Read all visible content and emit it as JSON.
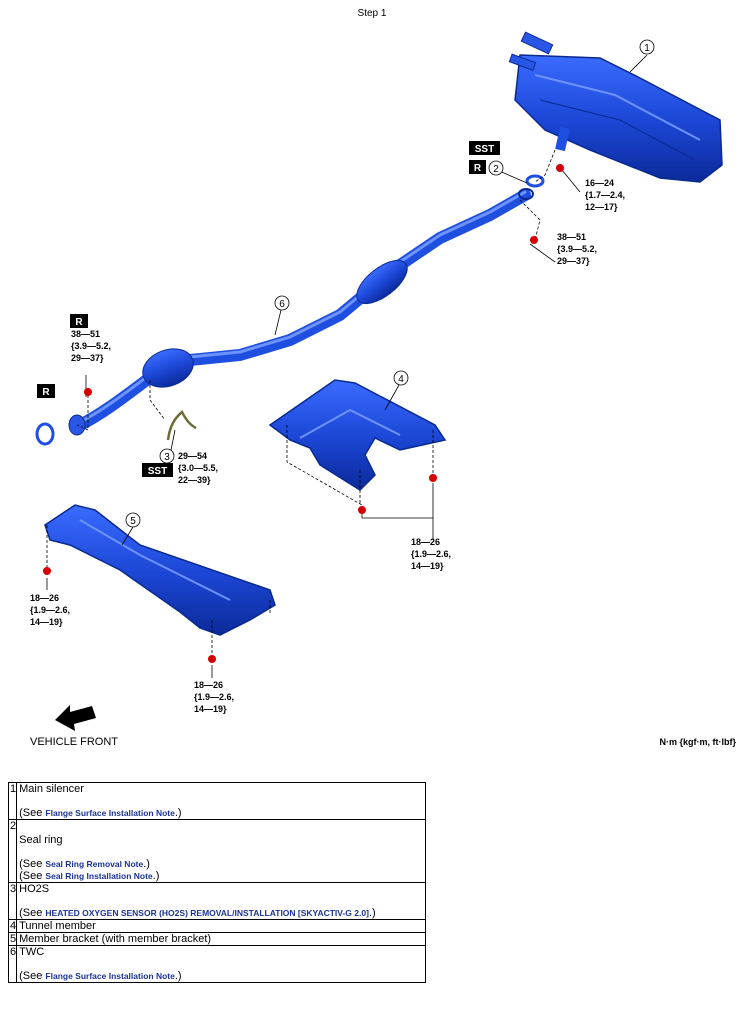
{
  "header": {
    "step_title": "Step 1"
  },
  "diagram": {
    "part_numbers": [
      "1",
      "2",
      "3",
      "4",
      "5",
      "6"
    ],
    "badges": {
      "r": "R",
      "sst": "SST"
    },
    "torques": {
      "t_1624": [
        "16—24",
        "{1.7—2.4,",
        "12—17}"
      ],
      "t_3851_right": [
        "38—51",
        "{3.9—5.2,",
        "29—37}"
      ],
      "t_3851_left": [
        "38—51",
        "{3.9—5.2,",
        "29—37}"
      ],
      "t_2954": [
        "29—54",
        "{3.0—5.5,",
        "22—39}"
      ],
      "t_1826_a": [
        "18—26",
        "{1.9—2.6,",
        "14—19}"
      ],
      "t_1826_b": [
        "18—26",
        "{1.9—2.6,",
        "14—19}"
      ],
      "t_1826_c": [
        "18—26",
        "{1.9—2.6,",
        "14—19}"
      ]
    },
    "vehicle_front": "VEHICLE FRONT",
    "unit_label": "N·m {kgf·m, ft·lbf}",
    "colors": {
      "part_blue": "#1f4fe0",
      "part_dark": "#0a2a8f",
      "marker_red": "#d40000"
    }
  },
  "parts_table": [
    {
      "num": "1",
      "name": "Main silencer",
      "notes": [
        {
          "prefix": "(See ",
          "link": "Flange Surface Installation Note",
          "suffix": ".)"
        }
      ]
    },
    {
      "num": "2",
      "name": "Seal ring",
      "notes": [
        {
          "prefix": "(See ",
          "link": "Seal Ring Removal Note",
          "suffix": ".)"
        },
        {
          "prefix": "(See ",
          "link": "Seal Ring Installation Note",
          "suffix": ".)"
        }
      ]
    },
    {
      "num": "3",
      "name": "HO2S",
      "notes": [
        {
          "prefix": "(See ",
          "link": "HEATED OXYGEN SENSOR (HO2S) REMOVAL/INSTALLATION [SKYACTIV-G 2.0]",
          "suffix": ".)"
        }
      ]
    },
    {
      "num": "4",
      "name": "Tunnel member",
      "notes": []
    },
    {
      "num": "5",
      "name": "Member bracket (with member bracket)",
      "notes": []
    },
    {
      "num": "6",
      "name": "TWC",
      "notes": [
        {
          "prefix": "(See ",
          "link": "Flange Surface Installation Note",
          "suffix": ".)"
        }
      ]
    }
  ]
}
